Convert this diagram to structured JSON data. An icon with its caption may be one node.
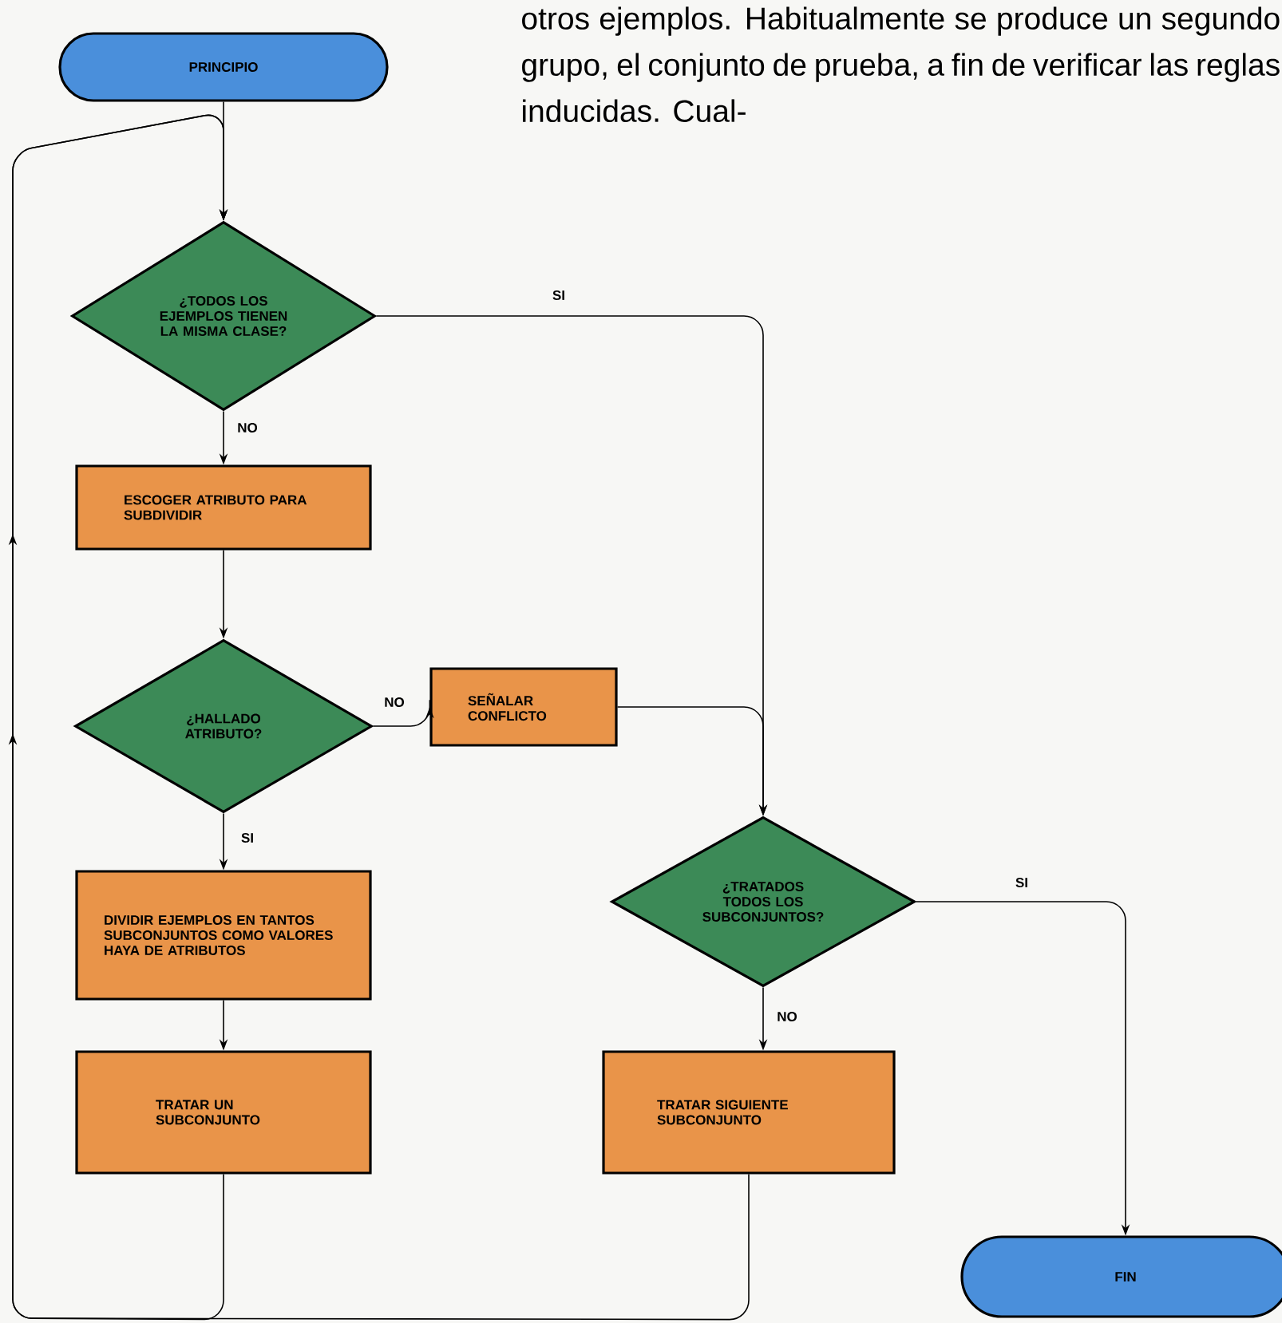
{
  "diagram": {
    "nodes": [
      {
        "text": [
          "PRINCIPIO"
        ]
      },
      {
        "text": [
          "¿TODOS LOS EJEMPLOS TIENEN LA MISMA CLASE?"
        ]
      },
      {
        "text": [
          "ESCOGER ATRIBUTO PARA SUBDIVIDIR"
        ]
      },
      {
        "text": [
          "¿HALLADO ATRIBUTO?"
        ]
      },
      {
        "text": [
          "SEÑALAR CONFLICTO"
        ]
      },
      {
        "text": [
          "DIVIDIR EJEMPLOS EN TANTOS SUBCONJUNTOS COMO VALORES HAYA DE ATRIBUTOS"
        ]
      },
      {
        "text": [
          "TRATAR UN SUBCONJUNTO"
        ]
      },
      {
        "text": [
          "¿TRATADOS TODOS LOS SUBCONJUNTOS?"
        ]
      },
      {
        "text": [
          "TRATAR SIGUIENTE SUBCONJUNTO"
        ]
      },
      {
        "text": [
          "FIN"
        ]
      }
    ],
    "edges": [
      {
        "from": 0,
        "to": 1,
        "arrow": "to"
      },
      {
        "from": 1,
        "to": 7,
        "arrow": "to",
        "label": "SI"
      },
      {
        "from": 1,
        "to": 2,
        "arrow": "to",
        "label": "NO"
      },
      {
        "from": 2,
        "to": 3,
        "arrow": "to"
      },
      {
        "from": 3,
        "to": 4,
        "arrow": "to",
        "label": "NO"
      },
      {
        "from": 4,
        "to": 7,
        "arrow": "to"
      },
      {
        "from": 3,
        "to": 5,
        "arrow": "to",
        "label": "SI"
      },
      {
        "from": 5,
        "to": 6,
        "arrow": "to"
      },
      {
        "from": 6,
        "to": 1,
        "arrow": "to"
      },
      {
        "from": 8,
        "to": 1,
        "arrow": "to"
      },
      {
        "from": 7,
        "to": 8,
        "arrow": "to",
        "label": "NO"
      },
      {
        "from": 7,
        "to": 9,
        "arrow": "to",
        "label": "SI"
      }
    ],
    "labels": [
      "otros ejemplos. Habitualmente se produce un segundo grupo, el conjunto de prueba, a fin de verificar las reglas inducidas. Cual-"
    ]
  }
}
